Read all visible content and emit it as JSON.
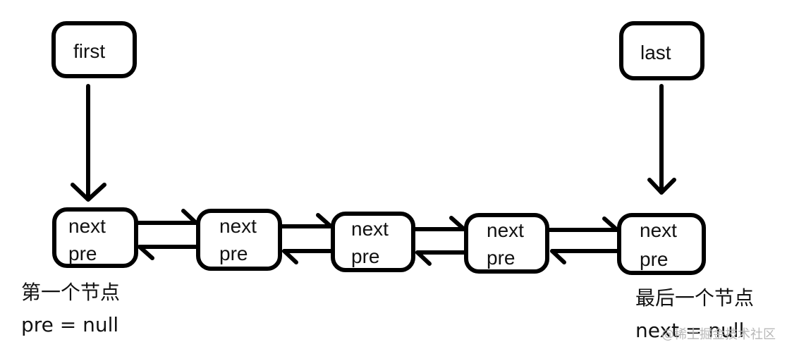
{
  "pointers": {
    "first": "first",
    "last": "last"
  },
  "nodes": [
    {
      "next": "next",
      "pre": "pre"
    },
    {
      "next": "next",
      "pre": "pre"
    },
    {
      "next": "next",
      "pre": "pre"
    },
    {
      "next": "next",
      "pre": "pre"
    },
    {
      "next": "next",
      "pre": "pre"
    }
  ],
  "notes": {
    "first_node": "第一个节点",
    "first_node_pre": "pre = null",
    "last_node": "最后一个节点",
    "last_node_next": "next = null"
  },
  "watermark": "@稀土掘金技术社区"
}
